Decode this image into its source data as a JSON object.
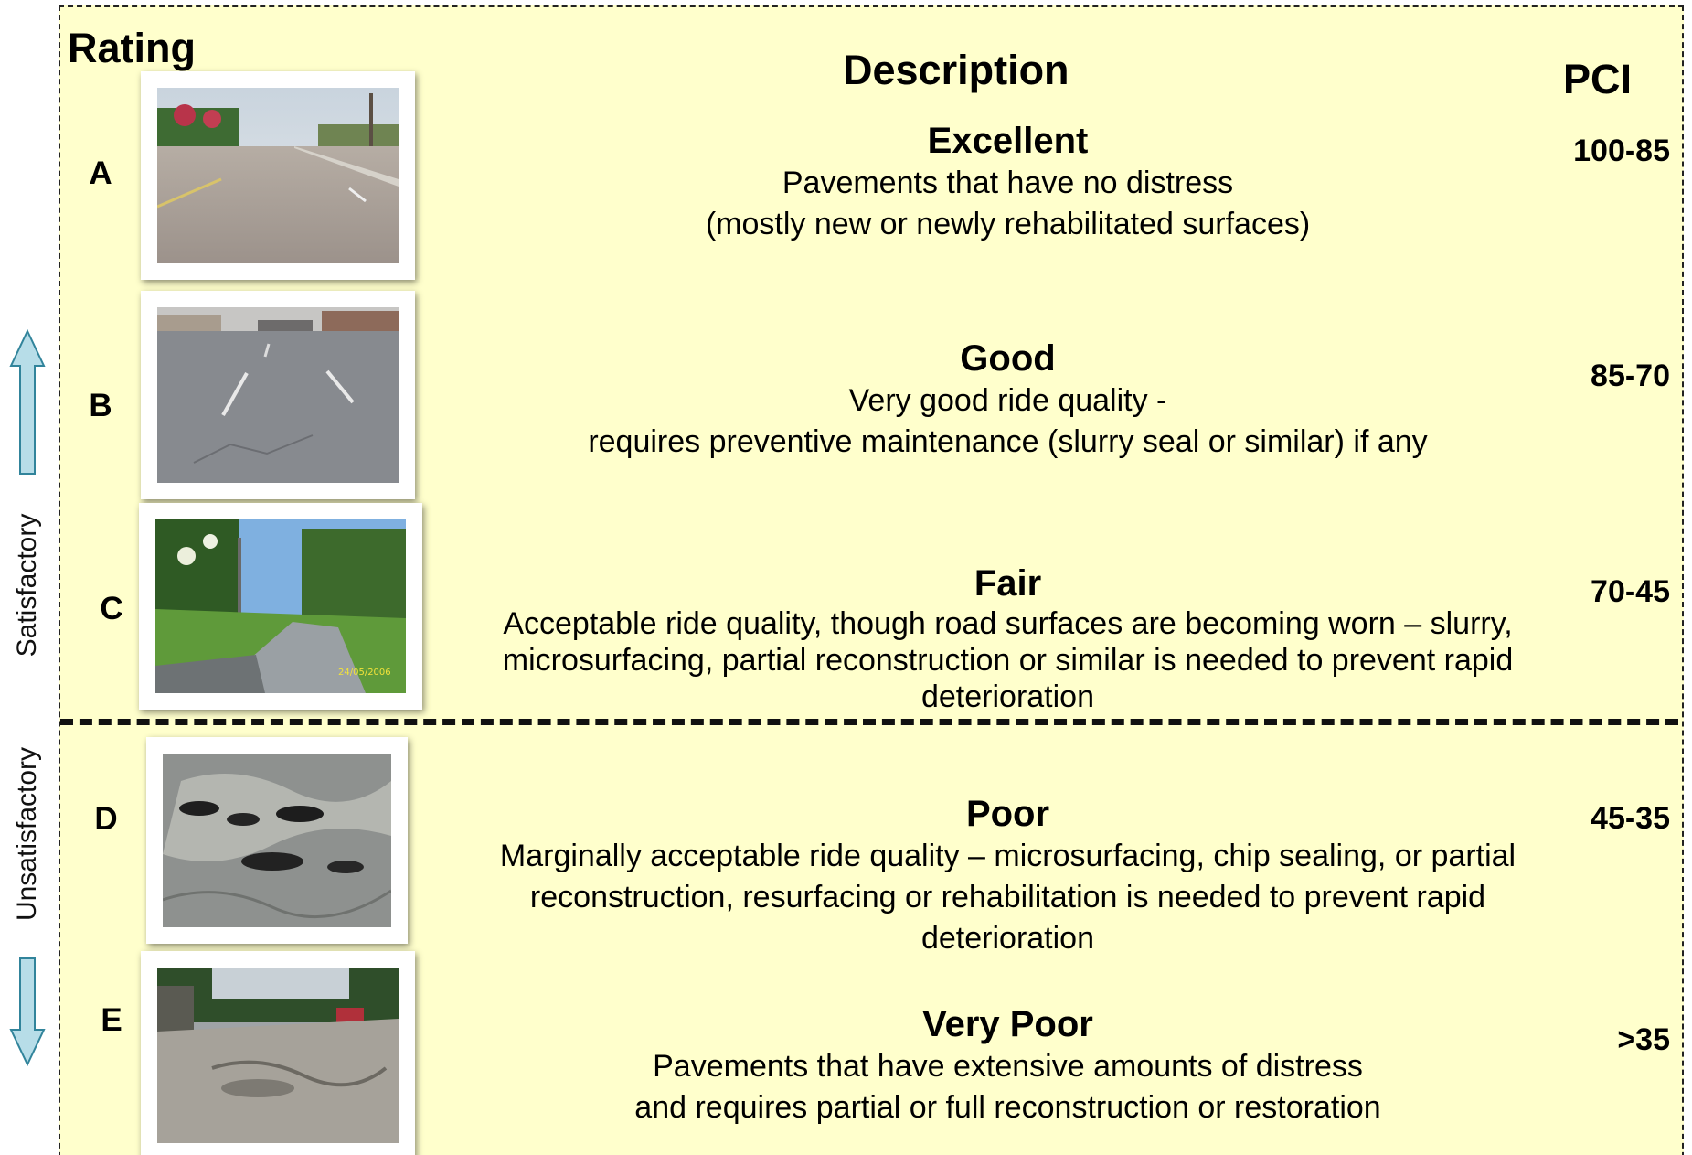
{
  "headers": {
    "rating": "Rating",
    "description": "Description",
    "pci": "PCI"
  },
  "side": {
    "satisfactory": "Satisfactory",
    "unsatisfactory": "Unsatisfactory"
  },
  "colors": {
    "background": "#ffffcc",
    "arrow_fill": "#b7dde8",
    "arrow_stroke": "#31849b"
  },
  "rows": [
    {
      "letter": "A",
      "title": "Excellent",
      "body": "Pavements that have no distress\n(mostly new or newly rehabilitated surfaces)",
      "pci": "100-85"
    },
    {
      "letter": "B",
      "title": "Good",
      "body": "Very good ride quality -\nrequires preventive maintenance (slurry seal or similar) if any",
      "pci": "85-70"
    },
    {
      "letter": "C",
      "title": "Fair",
      "body": "Acceptable ride quality, though road surfaces are becoming worn – slurry,\nmicrosurfacing, partial reconstruction or similar is needed to prevent rapid\ndeterioration",
      "pci": "70-45",
      "photo_stamp": "24/05/2006"
    },
    {
      "letter": "D",
      "title": "Poor",
      "body": "Marginally acceptable ride quality – microsurfacing, chip sealing, or partial\nreconstruction, resurfacing or rehabilitation is needed to prevent rapid\ndeterioration",
      "pci": "45-35"
    },
    {
      "letter": "E",
      "title": "Very Poor",
      "body": "Pavements that have extensive amounts of distress\nand requires partial or full reconstruction or restoration",
      "pci": ">35"
    }
  ]
}
